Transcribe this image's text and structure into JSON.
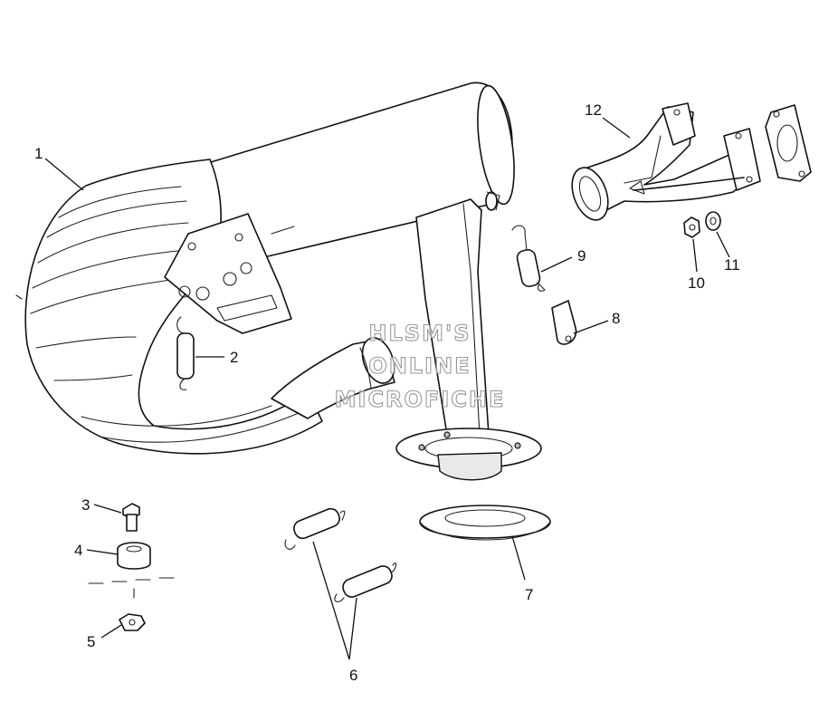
{
  "watermark": {
    "lines": [
      "HLSM'S",
      "ONLINE",
      "MICROFICHE"
    ]
  },
  "callouts": [
    "1",
    "2",
    "3",
    "4",
    "5",
    "6",
    "7",
    "8",
    "9",
    "10",
    "11",
    "12"
  ],
  "parts": [
    {
      "ref": "1",
      "part": "muffler"
    },
    {
      "ref": "2",
      "part": "spring"
    },
    {
      "ref": "3",
      "part": "bolt"
    },
    {
      "ref": "4",
      "part": "grommet"
    },
    {
      "ref": "5",
      "part": "nut"
    },
    {
      "ref": "6",
      "part": "springs"
    },
    {
      "ref": "7",
      "part": "seal"
    },
    {
      "ref": "8",
      "part": "clip"
    },
    {
      "ref": "9",
      "part": "spring"
    },
    {
      "ref": "10",
      "part": "nut"
    },
    {
      "ref": "11",
      "part": "washer"
    },
    {
      "ref": "12",
      "part": "exhaust manifold"
    }
  ]
}
